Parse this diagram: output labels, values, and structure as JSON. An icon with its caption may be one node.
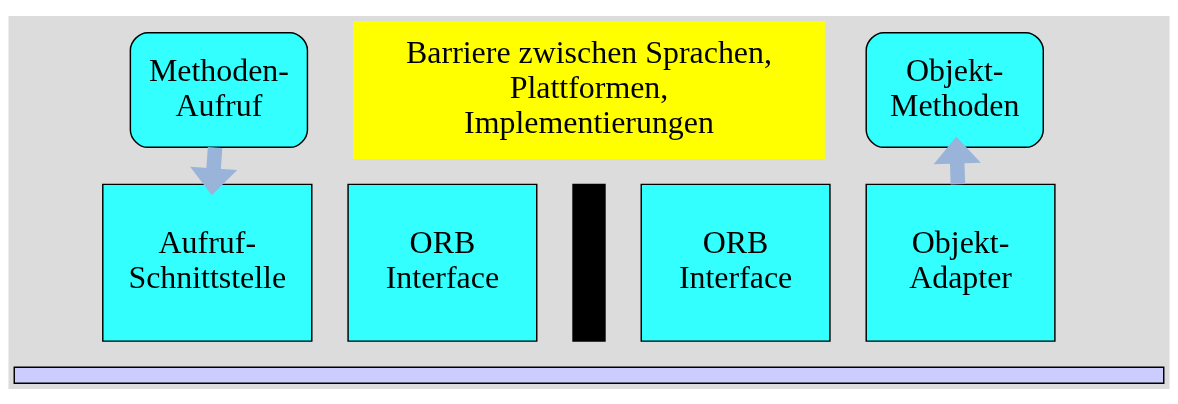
{
  "diagram": {
    "nodes": [
      {
        "text": [
          "Methoden-Aufruf"
        ]
      },
      {
        "text": [
          "Barriere zwischen Sprachen, Plattformen, Implementierungen"
        ]
      },
      {
        "text": [
          "Objekt-Methoden"
        ]
      },
      {
        "text": [
          "Aufruf-Schnittstelle"
        ]
      },
      {
        "text": [
          "ORB Interface"
        ]
      },
      {
        "text": [
          "ORB Interface"
        ]
      },
      {
        "text": [
          "Objekt-Adapter"
        ]
      },
      {
        "text": [],
        "shape": "bar"
      },
      {
        "text": [],
        "shape": "bar"
      }
    ],
    "edges": [
      {
        "from": 0,
        "to": 3,
        "arrow": "to"
      },
      {
        "from": 6,
        "to": 2,
        "arrow": "to"
      }
    ]
  }
}
